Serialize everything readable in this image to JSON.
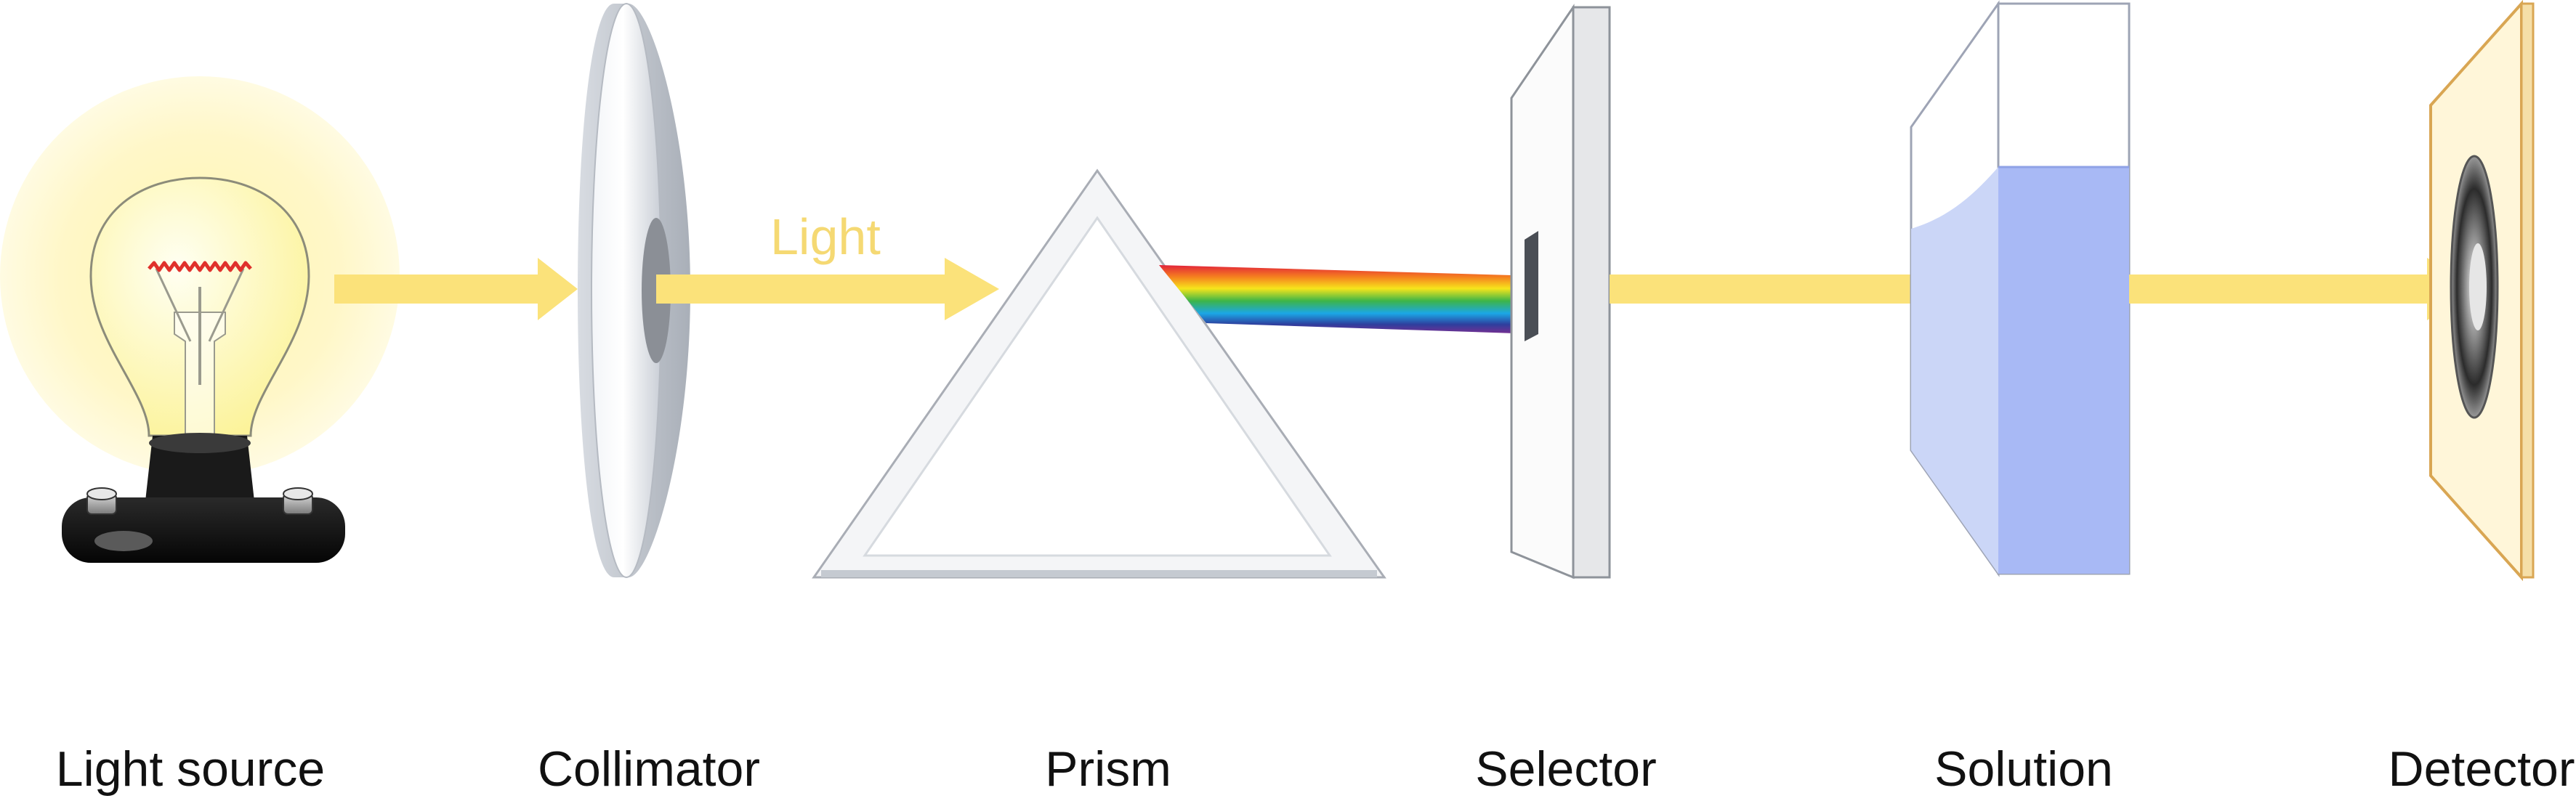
{
  "diagram": {
    "beam_label": "Light",
    "components": [
      {
        "id": "light-source",
        "label": "Light source"
      },
      {
        "id": "collimator",
        "label": "Collimator"
      },
      {
        "id": "prism",
        "label": "Prism"
      },
      {
        "id": "selector",
        "label": "Selector"
      },
      {
        "id": "solution",
        "label": "Solution"
      },
      {
        "id": "detector",
        "label": "Detector"
      }
    ]
  },
  "colors": {
    "beam": "#FBE27A",
    "beam_label": "#F5D973",
    "glow": "#FFF9C8",
    "solution_fill": "#A8B9F5",
    "solution_light": "#CBD6F7",
    "detector_board": "#FFF6D9",
    "detector_edge": "#D9A653"
  }
}
